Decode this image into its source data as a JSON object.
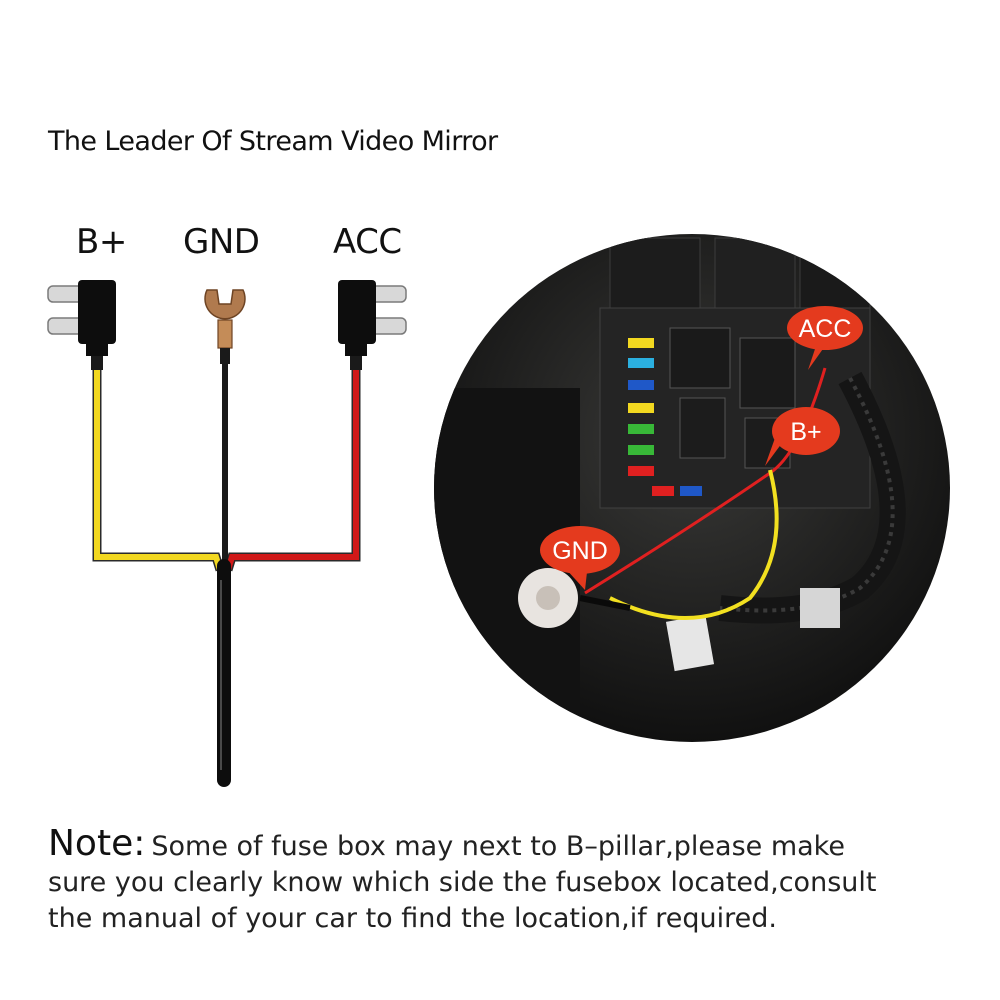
{
  "title": "The Leader Of Stream Video Mirror",
  "wires": {
    "bplus": "B+",
    "gnd": "GND",
    "acc": "ACC"
  },
  "callouts": {
    "acc": "ACC",
    "bplus": "B+",
    "gnd": "GND"
  },
  "note": {
    "heading": "Note:",
    "line1": "Some of fuse box may next to B–pillar,please make",
    "line2": "sure you clearly know which side the fusebox located,consult",
    "line3": "the manual of your car to find the location,if required."
  },
  "colors": {
    "bplus_wire": "#f2d820",
    "gnd_wire": "#1a1a1a",
    "acc_wire": "#d01818",
    "callout": "#e43a1e",
    "terminal": "#b07a4e"
  }
}
